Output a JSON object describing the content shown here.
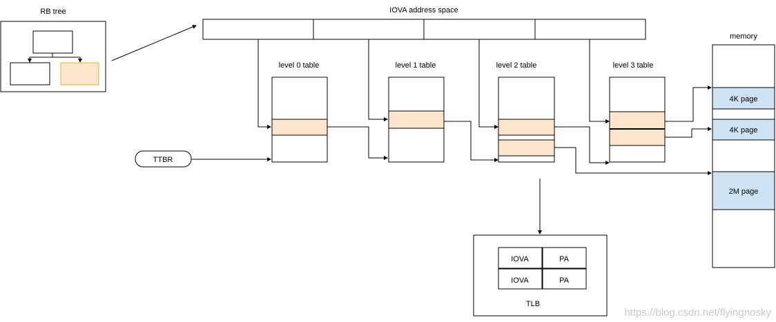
{
  "rb_tree": {
    "title": "RB tree"
  },
  "iova_space": {
    "title": "IOVA address space"
  },
  "ttbr": {
    "label": "TTBR"
  },
  "tables": [
    {
      "title": "level 0 table"
    },
    {
      "title": "level 1 table"
    },
    {
      "title": "level 2 table"
    },
    {
      "title": "level 3 table"
    }
  ],
  "memory": {
    "title": "memory",
    "pages": [
      "4K page",
      "4K page",
      "2M page"
    ]
  },
  "tlb": {
    "title": "TLB",
    "rows": [
      {
        "iova": "IOVA",
        "pa": "PA"
      },
      {
        "iova": "IOVA",
        "pa": "PA"
      }
    ]
  },
  "watermark": "https://blog.csdn.net/flyingnosky",
  "colors": {
    "entry_fill": "#fde6cc",
    "page_fill": "#cde2f5",
    "rb_highlight_stroke": "#e3b326",
    "stroke": "#000000"
  }
}
